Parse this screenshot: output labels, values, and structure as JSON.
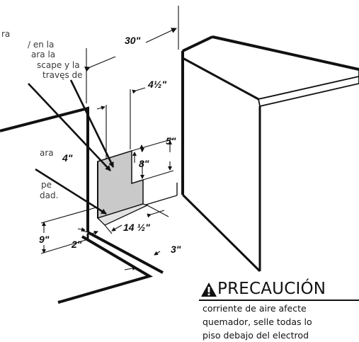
{
  "notes": {
    "top_lines": [
      "ra",
      "/ en la",
      "ara la",
      "scape y la",
      "travęs de"
    ],
    "mid_lines": [
      "ara"
    ],
    "low_lines": [
      "pe",
      "dad."
    ]
  },
  "dimensions": {
    "width_30": "30\"",
    "width_4_half": "4½\"",
    "height_5": "5\"",
    "width_4": "4\"",
    "height_8": "8\"",
    "height_9": "9\"",
    "width_14_half": "14 ½\"",
    "offset_2": "2\"",
    "offset_3": "3\""
  },
  "warning": {
    "title": "PRECAUCIÓN",
    "lines": [
      "corriente de aire afecte",
      "quemador, selle todas lo",
      "piso debajo del electrod"
    ]
  },
  "colors": {
    "line": "#111111",
    "fill": "#c9c9c9",
    "note_text": "#3a3a3a"
  }
}
